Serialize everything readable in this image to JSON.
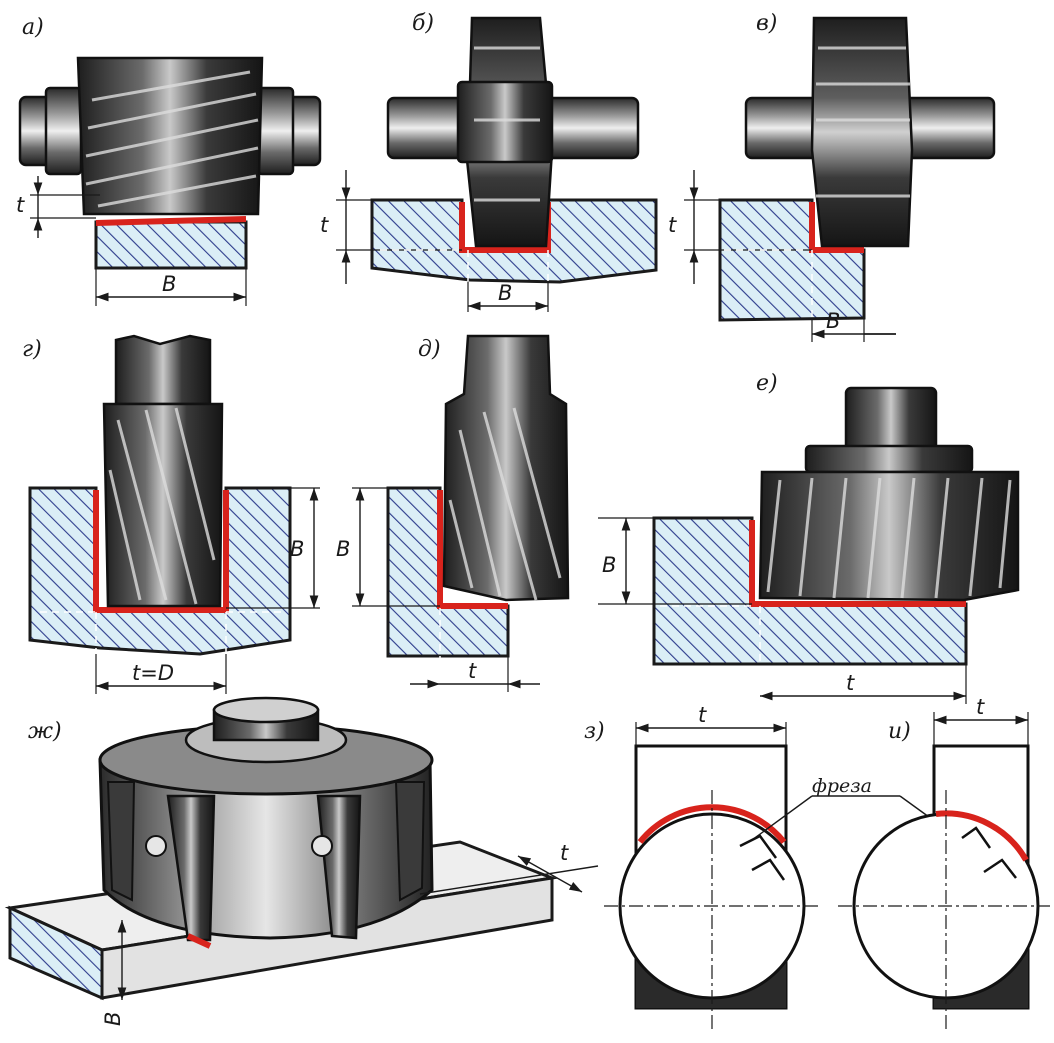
{
  "colors": {
    "cut_surface": "#d8231c",
    "workpiece_fill": "#dbeef6",
    "hatch_line": "#2d3c8c",
    "tool_metal_dark": "#232323",
    "tool_metal_light": "#d9d9d9"
  },
  "panels": [
    {
      "id": "a",
      "label": "а)",
      "dims": [
        "t",
        "B"
      ]
    },
    {
      "id": "b",
      "label": "б)",
      "dims": [
        "t",
        "B"
      ]
    },
    {
      "id": "v",
      "label": "в)",
      "dims": [
        "t",
        "B"
      ]
    },
    {
      "id": "g",
      "label": "г)",
      "dims": [
        "B",
        "t=D"
      ]
    },
    {
      "id": "d",
      "label": "д)",
      "dims": [
        "B",
        "t"
      ]
    },
    {
      "id": "e",
      "label": "е)",
      "dims": [
        "B",
        "t"
      ]
    },
    {
      "id": "zh",
      "label": "ж)",
      "dims": [
        "t",
        "B"
      ]
    },
    {
      "id": "z",
      "label": "з)",
      "dims": [
        "t"
      ],
      "annotation": "фреза"
    },
    {
      "id": "i",
      "label": "и)",
      "dims": [
        "t"
      ]
    }
  ],
  "icons": {
    "cylindrical_cutter": "cylindrical-milling-cutter-icon",
    "disk_cutter": "disk-milling-cutter-icon",
    "end_mill": "end-mill-icon",
    "face_mill": "face-mill-icon"
  }
}
